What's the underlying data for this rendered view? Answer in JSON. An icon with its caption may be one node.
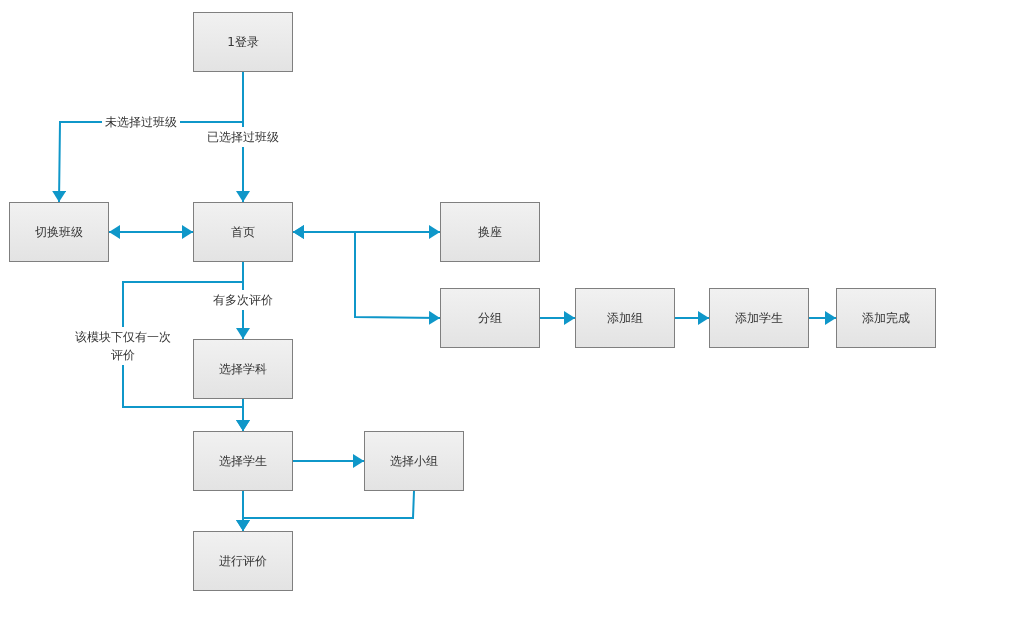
{
  "diagram": {
    "nodes": [
      {
        "text": [
          "1登录"
        ]
      },
      {
        "text": [
          "切换班级"
        ]
      },
      {
        "text": [
          "首页"
        ]
      },
      {
        "text": [
          "换座"
        ]
      },
      {
        "text": [
          "分组"
        ]
      },
      {
        "text": [
          "添加组"
        ]
      },
      {
        "text": [
          "添加学生"
        ]
      },
      {
        "text": [
          "添加完成"
        ]
      },
      {
        "text": [
          "选择学科"
        ]
      },
      {
        "text": [
          "选择学生"
        ]
      },
      {
        "text": [
          "选择小组"
        ]
      },
      {
        "text": [
          "进行评价"
        ]
      }
    ],
    "edges": [
      {
        "from": 0,
        "to": 1,
        "arrow": "to",
        "label": "未选择过班级"
      },
      {
        "from": 0,
        "to": 2,
        "arrow": "to",
        "label": "已选择过班级"
      },
      {
        "from": 1,
        "to": 2,
        "arrow": "both"
      },
      {
        "from": 2,
        "to": 3,
        "arrow": "both"
      },
      {
        "from": 2,
        "to": 4,
        "arrow": "both"
      },
      {
        "from": 4,
        "to": 5,
        "arrow": "to"
      },
      {
        "from": 5,
        "to": 6,
        "arrow": "to"
      },
      {
        "from": 6,
        "to": 7,
        "arrow": "to"
      },
      {
        "from": 2,
        "to": 8,
        "arrow": "to",
        "label": "有多次评价"
      },
      {
        "from": 2,
        "to": 9,
        "arrow": "to",
        "label": "该模块下仅有一次评价"
      },
      {
        "from": 8,
        "to": 9,
        "arrow": "to"
      },
      {
        "from": 9,
        "to": 10,
        "arrow": "to"
      },
      {
        "from": 9,
        "to": 11,
        "arrow": "to"
      },
      {
        "from": 10,
        "to": 11,
        "arrow": "to"
      }
    ]
  }
}
